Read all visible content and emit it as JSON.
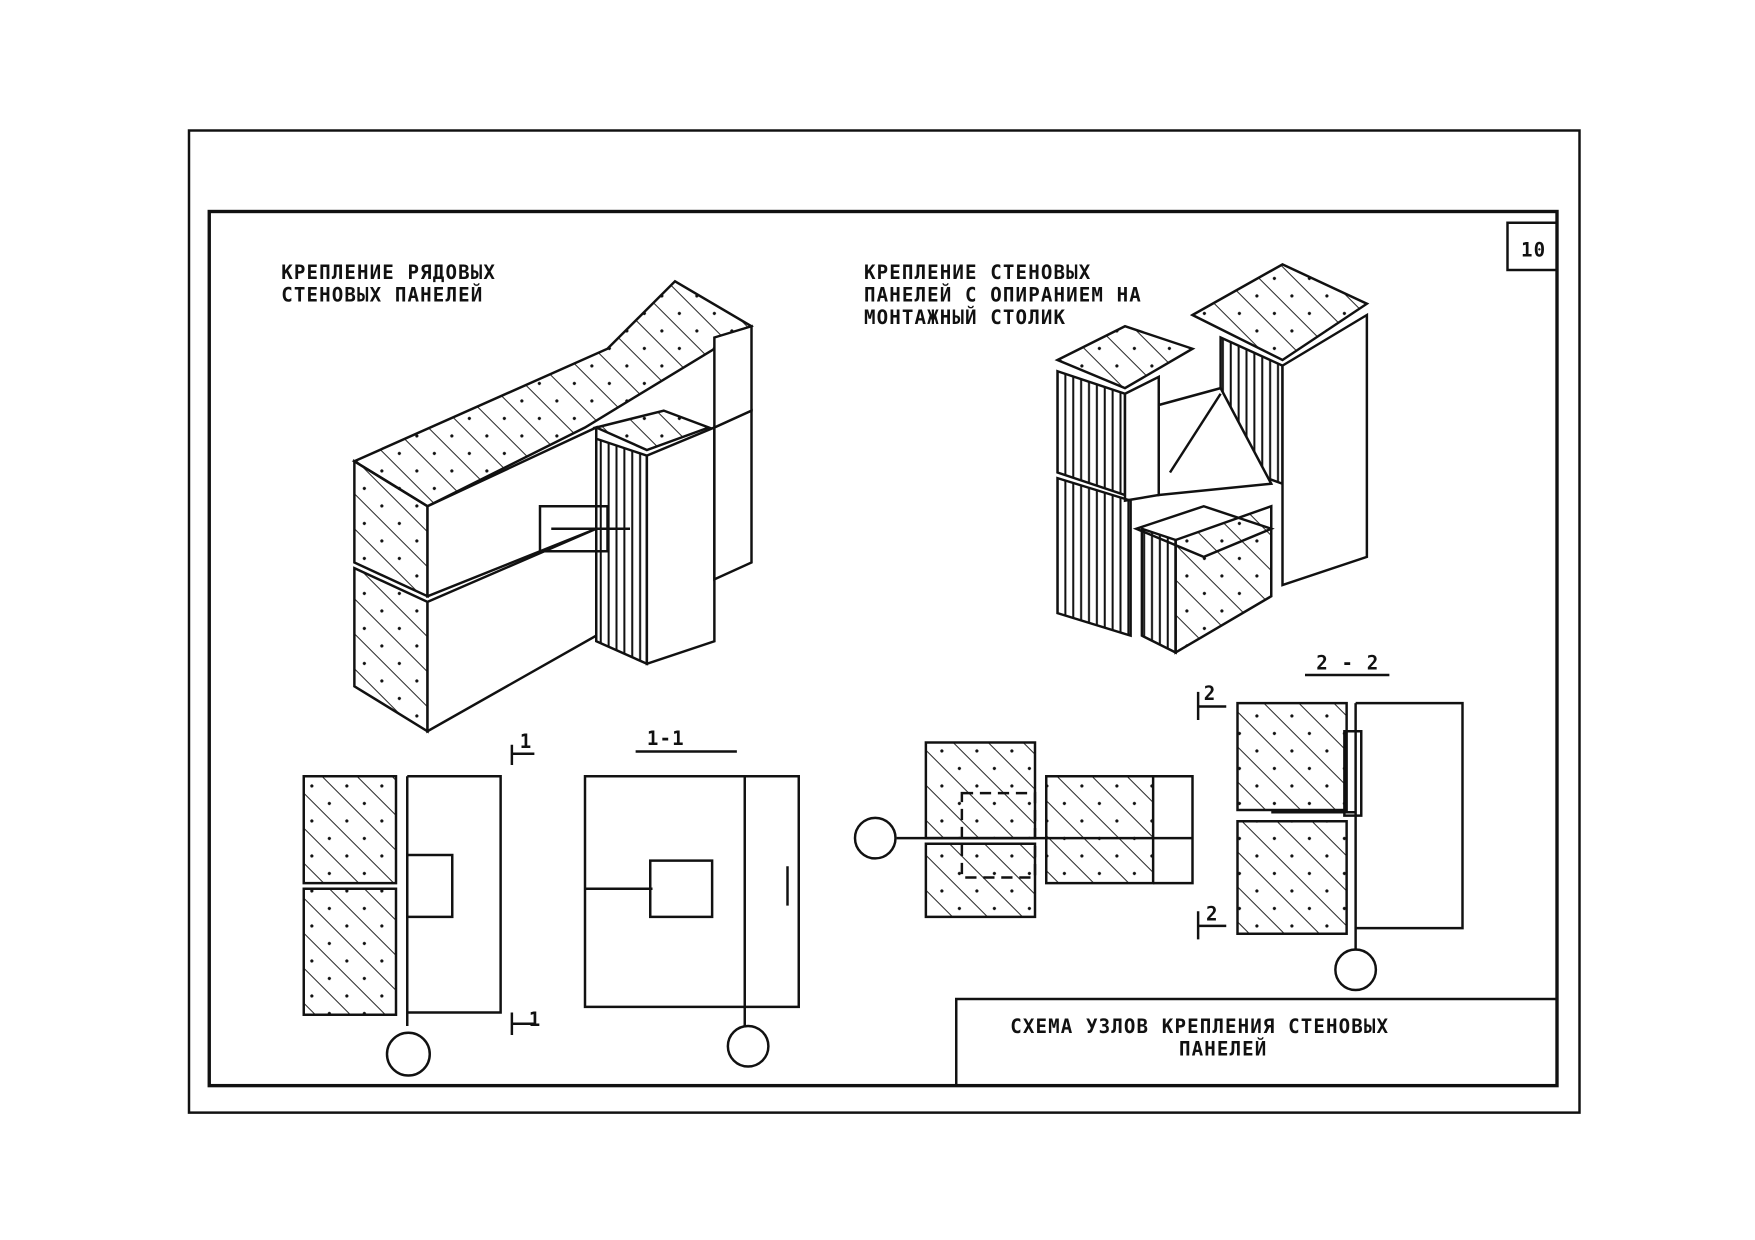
{
  "sheet": {
    "number": "10",
    "title_line1": "СХЕМА  УЗЛОВ  КРЕПЛЕНИЯ  СТЕНОВЫХ",
    "title_line2": "ПАНЕЛЕЙ"
  },
  "views": {
    "left_caption_line1": "КРЕПЛЕНИЕ  РЯДОВЫХ",
    "left_caption_line2": "СТЕНОВЫХ  ПАНЕЛЕЙ",
    "right_caption_line1": "КРЕПЛЕНИЕ  СТЕНОВЫХ",
    "right_caption_line2": "ПАНЕЛЕЙ  С  ОПИРАНИЕМ  НА",
    "right_caption_line3": "МОНТАЖНЫЙ  СТОЛИК"
  },
  "sections": {
    "section_1_title": "1-1",
    "section_1_mark_top": "1",
    "section_1_mark_bottom": "1",
    "section_2_title": "2 - 2",
    "section_2_mark_top": "2",
    "section_2_mark_bottom": "2"
  }
}
